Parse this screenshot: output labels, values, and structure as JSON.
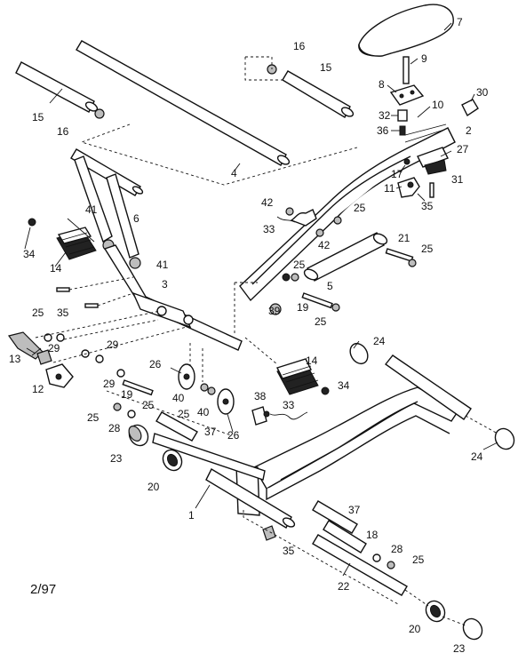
{
  "diagram": {
    "footer_date": "2/97",
    "part_labels": [
      {
        "id": "seat",
        "text": "7"
      },
      {
        "id": "seat-post",
        "text": "9"
      },
      {
        "id": "seat-bracket",
        "text": "8"
      },
      {
        "id": "end-cap-30",
        "text": "30"
      },
      {
        "id": "bolt-10",
        "text": "10"
      },
      {
        "id": "bushing-32",
        "text": "32"
      },
      {
        "id": "bolt-36-top",
        "text": "36"
      },
      {
        "id": "frame-2",
        "text": "2"
      },
      {
        "id": "bracket-27",
        "text": "27"
      },
      {
        "id": "nut-17",
        "text": "17"
      },
      {
        "id": "knob-11",
        "text": "11"
      },
      {
        "id": "plate-31",
        "text": "31"
      },
      {
        "id": "bolt-35-right",
        "text": "35"
      },
      {
        "id": "nut-16-top",
        "text": "16"
      },
      {
        "id": "tube-15-top",
        "text": "15"
      },
      {
        "id": "tube-15-left",
        "text": "15"
      },
      {
        "id": "nut-16-left",
        "text": "16"
      },
      {
        "id": "tube-4",
        "text": "4"
      },
      {
        "id": "nut-42-top",
        "text": "42"
      },
      {
        "id": "cable-33-top",
        "text": "33"
      },
      {
        "id": "nut-25-right-a",
        "text": "25"
      },
      {
        "id": "nut-42-mid",
        "text": "42"
      },
      {
        "id": "pin-21",
        "text": "21"
      },
      {
        "id": "nut-25-right-b",
        "text": "25"
      },
      {
        "id": "handle-6",
        "text": "6"
      },
      {
        "id": "nut-41-a",
        "text": "41"
      },
      {
        "id": "nut-41-b",
        "text": "41"
      },
      {
        "id": "pedal-14-left",
        "text": "14"
      },
      {
        "id": "nut-34-left",
        "text": "34"
      },
      {
        "id": "arm-3",
        "text": "3"
      },
      {
        "id": "bolt-35-left",
        "text": "35"
      },
      {
        "id": "nut-25-mid-a",
        "text": "25"
      },
      {
        "id": "cylinder-5",
        "text": "5"
      },
      {
        "id": "bolt-19-right",
        "text": "19"
      },
      {
        "id": "nut-25-mid-b",
        "text": "25"
      },
      {
        "id": "nut-39",
        "text": "39"
      },
      {
        "id": "nut-25-left",
        "text": "25"
      },
      {
        "id": "washer-29-a",
        "text": "29"
      },
      {
        "id": "washer-29-b",
        "text": "29"
      },
      {
        "id": "bracket-13",
        "text": "13"
      },
      {
        "id": "bracket-12",
        "text": "12"
      },
      {
        "id": "washer-29-c",
        "text": "29"
      },
      {
        "id": "bolt-19-left",
        "text": "19"
      },
      {
        "id": "nut-25-center",
        "text": "25"
      },
      {
        "id": "wheel-26-a",
        "text": "26"
      },
      {
        "id": "nut-40-a",
        "text": "40"
      },
      {
        "id": "nut-25-center-b",
        "text": "25"
      },
      {
        "id": "nut-40-b",
        "text": "40"
      },
      {
        "id": "wheel-26-b",
        "text": "26"
      },
      {
        "id": "pedal-14-right",
        "text": "14"
      },
      {
        "id": "nut-34-right",
        "text": "34"
      },
      {
        "id": "cap-24-top",
        "text": "24"
      },
      {
        "id": "nut-25-lower-left",
        "text": "25"
      },
      {
        "id": "nut-28-left",
        "text": "28"
      },
      {
        "id": "wheel-23-left",
        "text": "23"
      },
      {
        "id": "wheel-20-left",
        "text": "20"
      },
      {
        "id": "axle-37-upper",
        "text": "37"
      },
      {
        "id": "sensor-38",
        "text": "38"
      },
      {
        "id": "cable-33-bottom",
        "text": "33"
      },
      {
        "id": "base-frame-1",
        "text": "1"
      },
      {
        "id": "cap-24-right",
        "text": "24"
      },
      {
        "id": "axle-37-lower",
        "text": "37"
      },
      {
        "id": "tube-18",
        "text": "18"
      },
      {
        "id": "nut-28-right",
        "text": "28"
      },
      {
        "id": "nut-25-lower-right",
        "text": "25"
      },
      {
        "id": "bolt-35-bottom",
        "text": "35"
      },
      {
        "id": "axle-22",
        "text": "22"
      },
      {
        "id": "wheel-20-right",
        "text": "20"
      },
      {
        "id": "wheel-23-right",
        "text": "23"
      }
    ]
  }
}
